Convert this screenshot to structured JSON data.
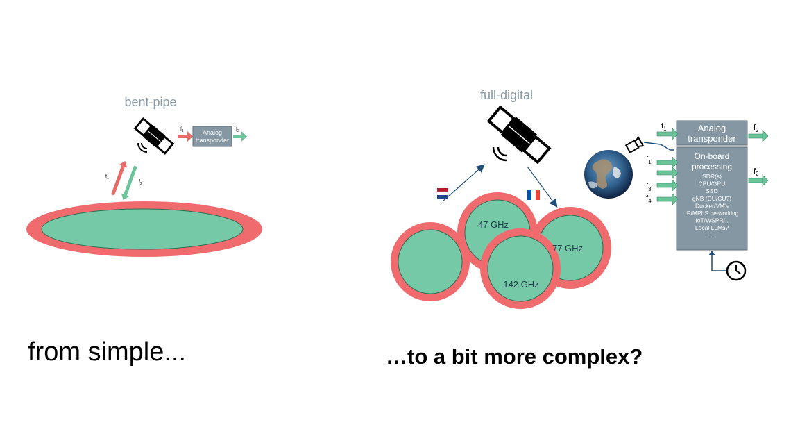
{
  "left": {
    "title": "bent-pipe",
    "transponder": [
      "Analog",
      "transponder"
    ],
    "f_in": "f",
    "f_in_sub": "1",
    "f_out": "f",
    "f_out_sub": "2",
    "uplink": "f",
    "uplink_sub": "1",
    "downlink": "f",
    "downlink_sub": "2",
    "caption": "from simple..."
  },
  "right": {
    "title": "full-digital",
    "beams": [
      "47 GHz",
      "77 GHz",
      "142 GHz"
    ],
    "flags": [
      "netherlands-flag",
      "france-flag"
    ],
    "transponder": [
      "Analog",
      "transponder"
    ],
    "obp_title": [
      "On-board",
      "processing"
    ],
    "obp_items": [
      "SDR(s)",
      "CPU/GPU",
      "SSD",
      "gNB (DU/CU?)",
      "Docker/VM's",
      "IP/MPLS networking",
      "IoT/WSPR/..",
      "Local LLMs?",
      "..."
    ],
    "inputs": [
      {
        "f": "f",
        "sub": "1"
      },
      {
        "f": "f",
        "sub": "1"
      },
      {
        "f": "f",
        "sub": "3"
      },
      {
        "f": "f",
        "sub": "4"
      }
    ],
    "outputs": [
      {
        "f": "f",
        "sub": "2"
      },
      {
        "f": "f",
        "sub": "2"
      }
    ],
    "caption": "…to a bit more complex?"
  },
  "colors": {
    "ring": "#ef6b6e",
    "fill": "#75c9a7",
    "box": "#8497a3",
    "arrow_green": "#6bc49a",
    "arrow_red": "#e86a66",
    "line_blue": "#1f4e79",
    "title_gray": "#8a9aa6"
  }
}
